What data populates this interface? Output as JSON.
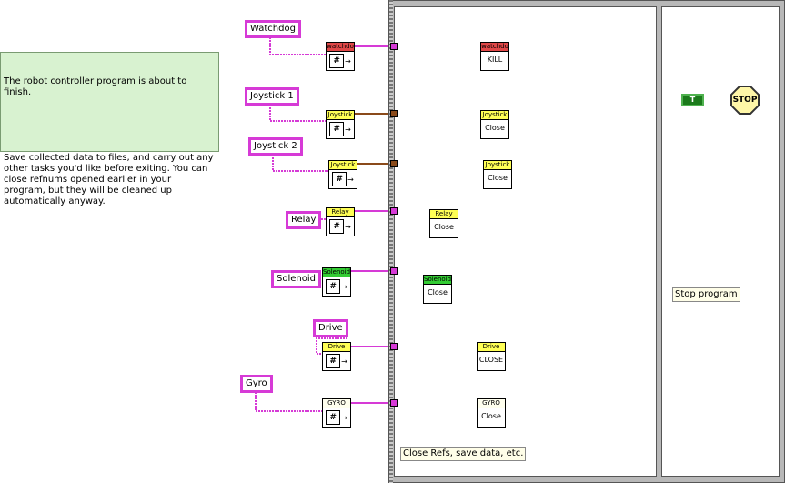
{
  "comment": {
    "line1": "The robot controller program is about to finish.",
    "line2": "Save collected data to files, and carry out any other tasks you'd like before exiting. You can close refnums opened earlier in your program, but they will be cleaned up automatically anyway."
  },
  "refs": [
    {
      "label": "Watchdog",
      "vi_header": "watchdo",
      "header_color": "#e04848",
      "close_header": "watchdo",
      "close_body": "KILL"
    },
    {
      "label": "Joystick 1",
      "vi_header": "Joystick",
      "header_color": "#ffff55",
      "close_header": "Joystick",
      "close_body": "Close"
    },
    {
      "label": "Joystick 2",
      "vi_header": "Joystick",
      "header_color": "#ffff55",
      "close_header": "Joystick",
      "close_body": "Close"
    },
    {
      "label": "Relay",
      "vi_header": "Relay",
      "header_color": "#ffff55",
      "close_header": "Relay",
      "close_body": "Close"
    },
    {
      "label": "Solenoid",
      "vi_header": "Solenoid",
      "header_color": "#33cc33",
      "close_header": "Solenoid",
      "close_body": "Close"
    },
    {
      "label": "Drive",
      "vi_header": "Drive",
      "header_color": "#ffff55",
      "close_header": "Drive",
      "close_body": "CLOSE"
    },
    {
      "label": "Gyro",
      "vi_header": "GYRO",
      "header_color": "#ffffee",
      "close_header": "GYRO",
      "close_body": "Close"
    }
  ],
  "frame1_label": "Close Refs, save data, etc.",
  "frame2_label": "Stop program",
  "bool_const": "T",
  "stop_text": "STOP",
  "glyph": "#",
  "arrow": "→",
  "colors": {
    "ref_wire": "#d63ad6",
    "joystick_wire": "#8a4a1a"
  }
}
